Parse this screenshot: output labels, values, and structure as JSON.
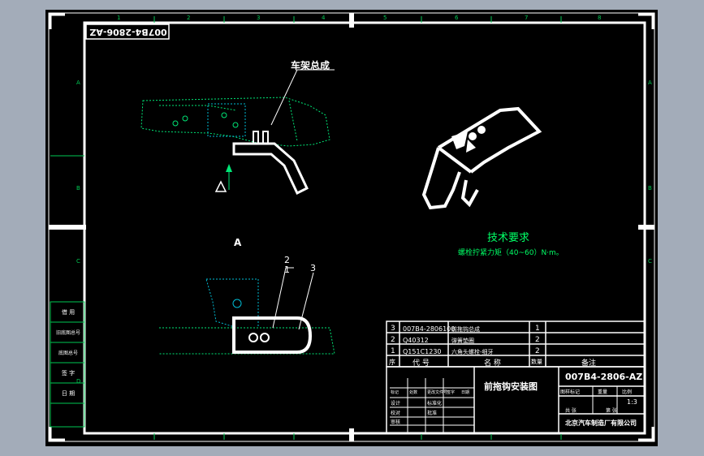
{
  "drawing": {
    "code": "007B4-2806-AZ",
    "title": "前拖钩安装图",
    "company": "北京汽车制造厂有限公司",
    "scale": "1:3"
  },
  "views": {
    "frame_label": "车架总成",
    "section_label": "A",
    "callouts": [
      "2",
      "1",
      "3"
    ]
  },
  "tech_req": {
    "heading": "技术要求",
    "text": "螺栓拧紧力矩（40~60）N·m。"
  },
  "zones": {
    "cols": [
      "1",
      "2",
      "3",
      "4",
      "5",
      "6",
      "7",
      "8"
    ],
    "rows": [
      "A",
      "B",
      "C",
      "D"
    ]
  },
  "bom": {
    "headers": [
      "序",
      "代 号",
      "名 称",
      "数量",
      "备注"
    ],
    "rows": [
      {
        "no": "3",
        "code": "007B4-2806100",
        "name": "前拖钩总成",
        "qty": "1",
        "note": ""
      },
      {
        "no": "2",
        "code": "Q40312",
        "name": "弹簧垫圈",
        "qty": "2",
        "note": ""
      },
      {
        "no": "1",
        "code": "Q151C1230",
        "name": "六角头螺栓-细牙",
        "qty": "2",
        "note": ""
      }
    ]
  },
  "title_block": {
    "left_labels": [
      "标记",
      "处数",
      "更改文件号",
      "签字",
      "日期"
    ],
    "roles": [
      "设计",
      "校对",
      "审核",
      "标准化",
      "批准"
    ],
    "right_labels": [
      "图样标记",
      "重量",
      "比例"
    ],
    "sheet_labels": [
      "共 张",
      "第 张"
    ]
  },
  "side_labels": [
    "借 用",
    "旧底图总号",
    "底图总号",
    "签 字",
    "日 期"
  ]
}
